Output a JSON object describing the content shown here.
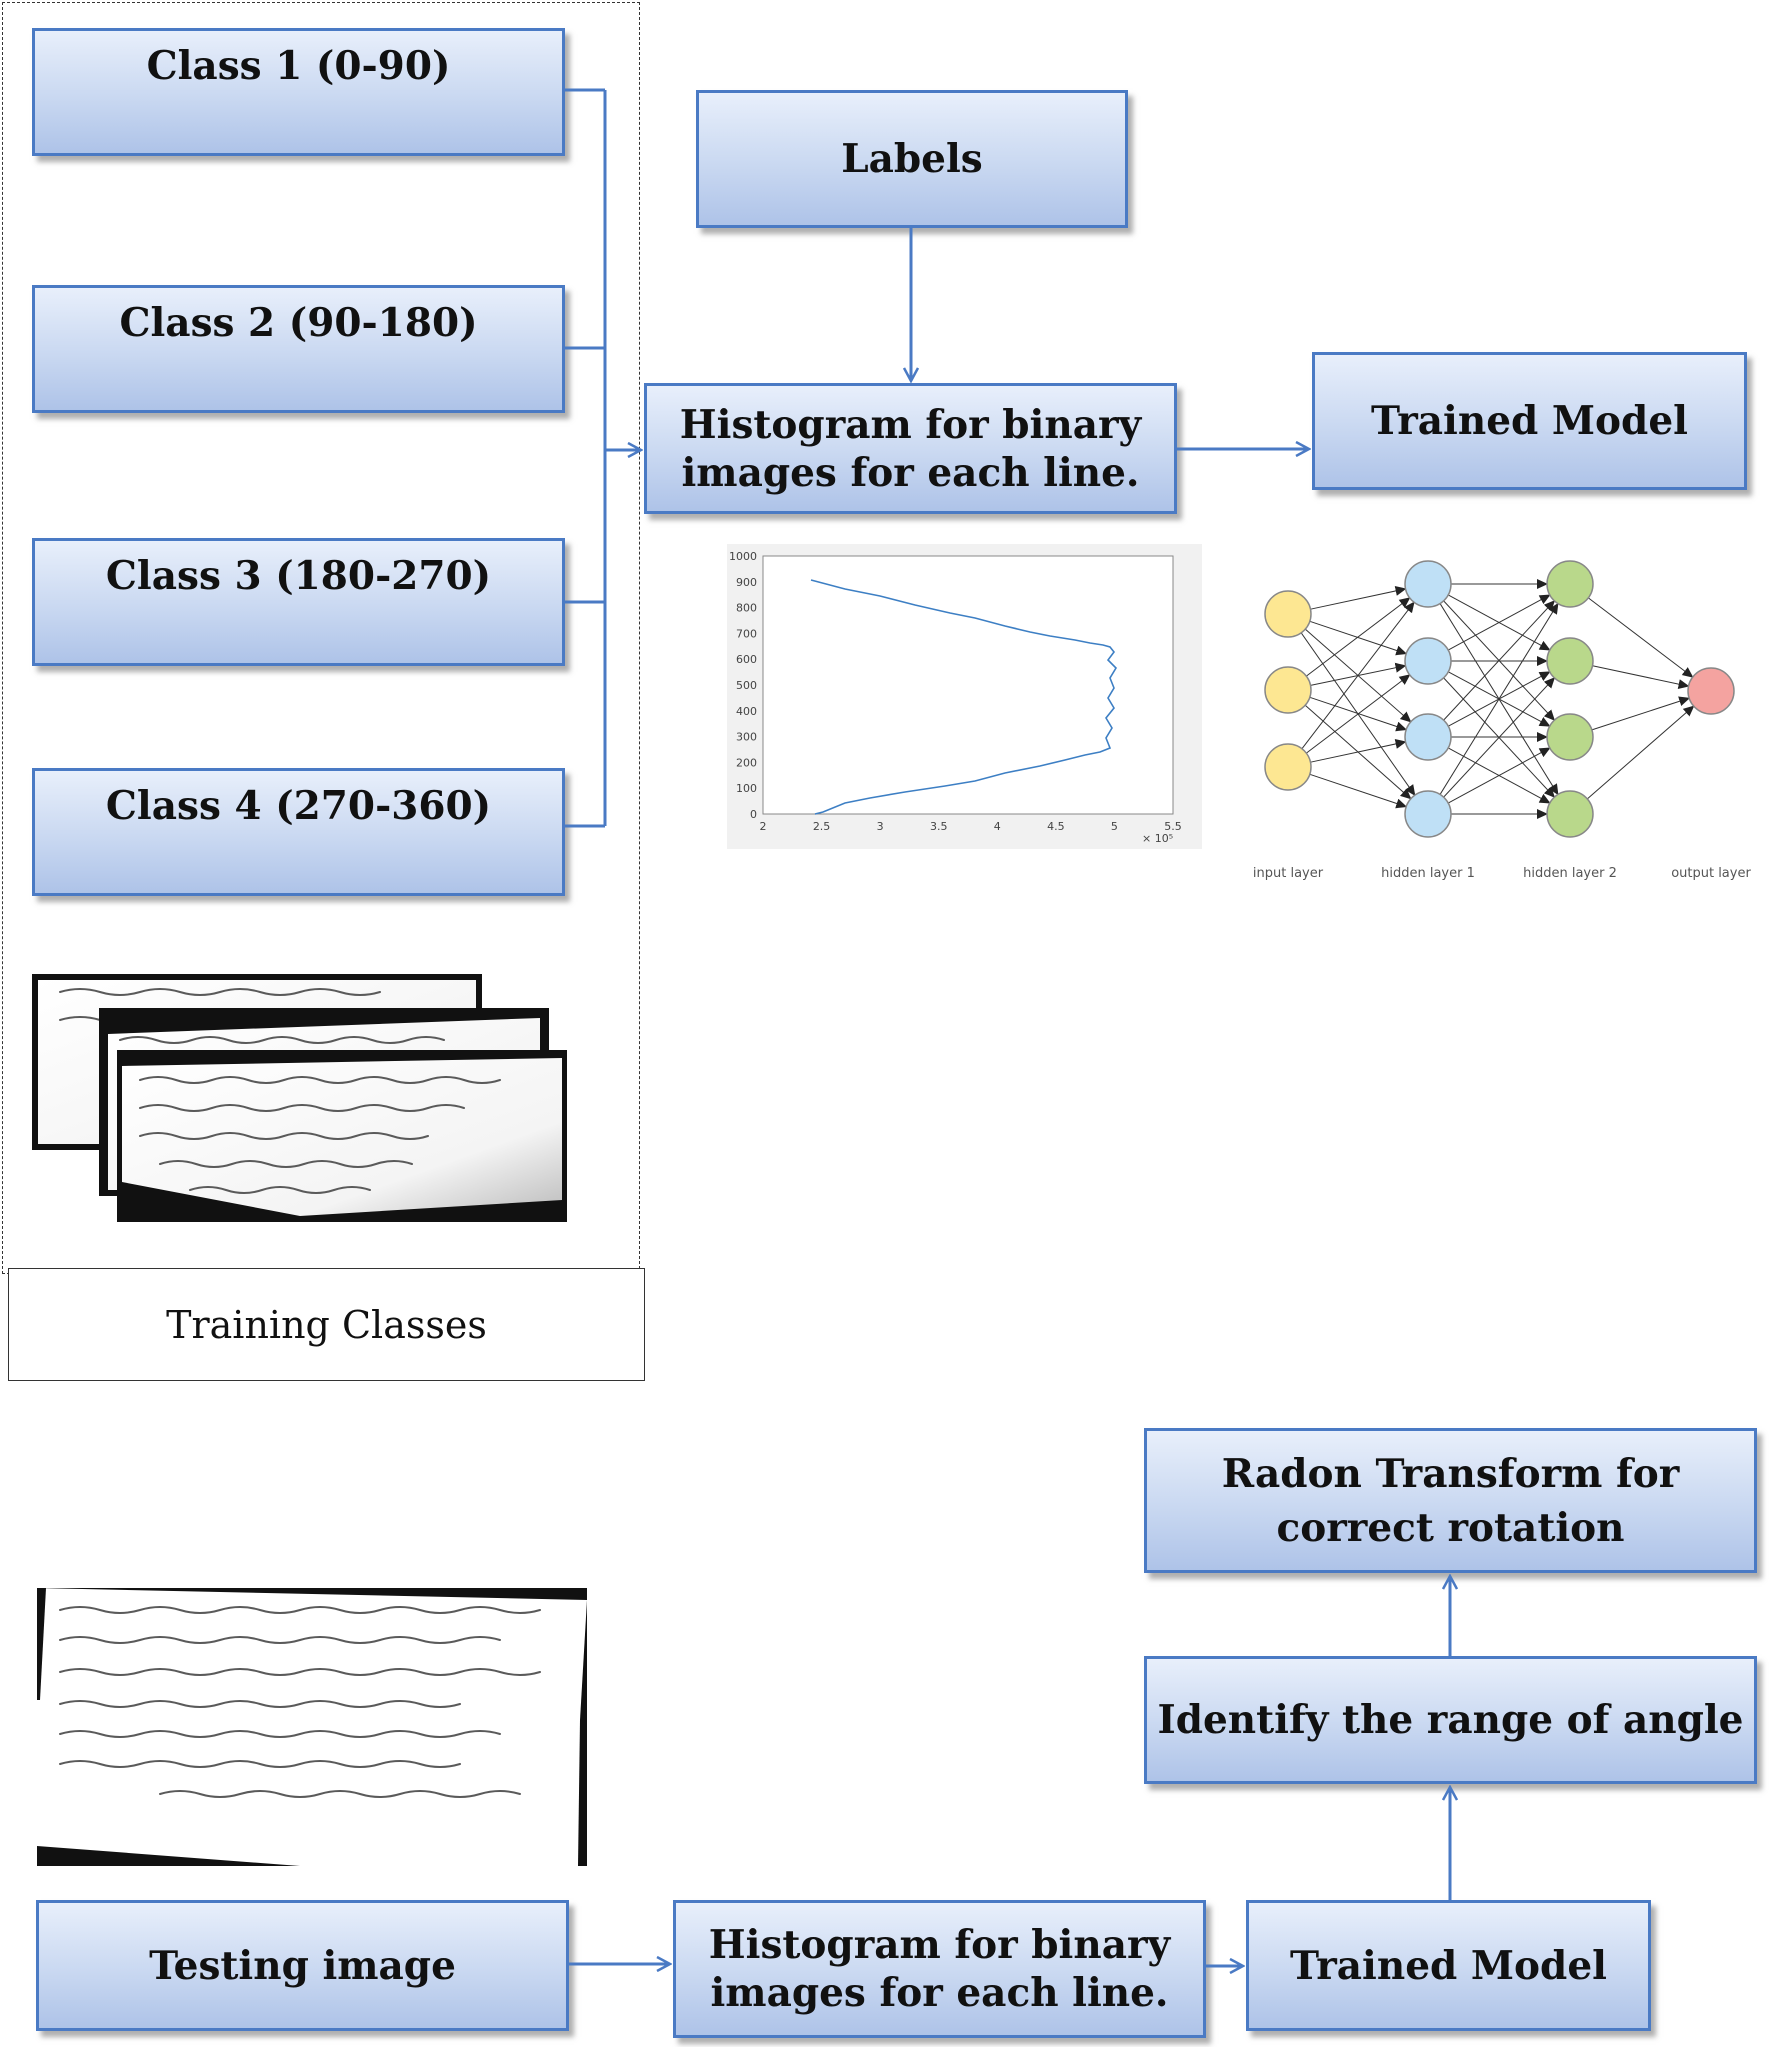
{
  "classes": [
    {
      "label": "Class 1 (0-90)"
    },
    {
      "label": "Class 2 (90-180)"
    },
    {
      "label": "Class 3 (180-270)"
    },
    {
      "label": "Class 4 (270-360)"
    }
  ],
  "training_label": "Training Classes",
  "labels_box": "Labels",
  "histogram_line1": "Histogram for binary",
  "histogram_line2": "images for each line.",
  "trained_model": "Trained Model",
  "testing_image": "Testing image",
  "identify_range": "Identify the range of angle",
  "radon_line1": "Radon Transform for",
  "radon_line2": "correct rotation",
  "histogram_plot": {
    "x_ticks": [
      "2",
      "2.5",
      "3",
      "3.5",
      "4",
      "4.5",
      "5",
      "5.5"
    ],
    "y_ticks": [
      "0",
      "100",
      "200",
      "300",
      "400",
      "500",
      "600",
      "700",
      "800",
      "900",
      "1000"
    ],
    "x_exponent": "× 10⁵"
  },
  "network": {
    "layers": [
      "input layer",
      "hidden layer 1",
      "hidden layer 2",
      "output layer"
    ],
    "colors": {
      "input": "#fde792",
      "hidden1": "#bfe0f6",
      "hidden2": "#b9d88b",
      "output": "#f4a3a0"
    }
  },
  "colors": {
    "box_border": "#4a7ac4",
    "arrow": "#4a7ac4"
  }
}
